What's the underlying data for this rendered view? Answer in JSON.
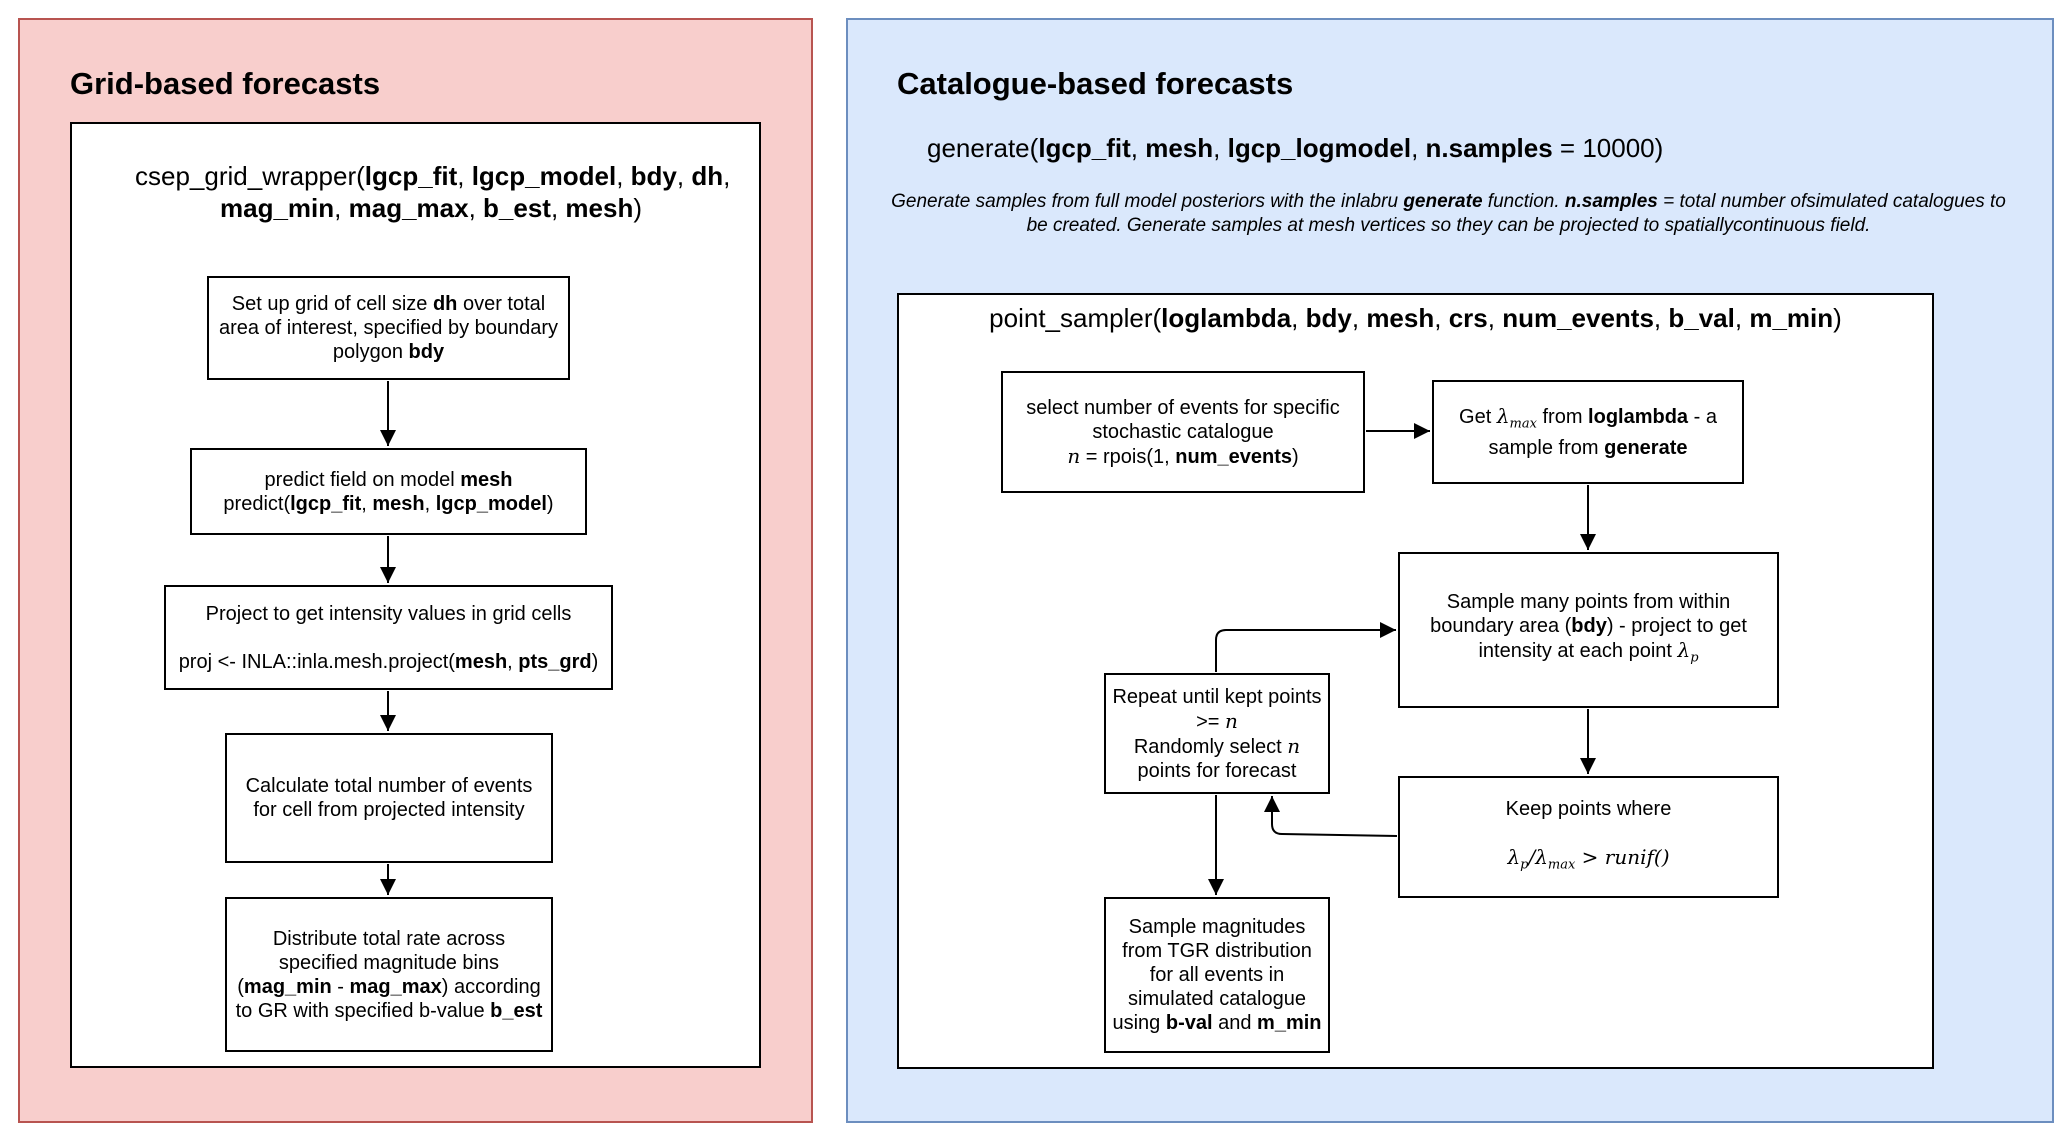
{
  "grid_panel": {
    "title": "Grid-based forecasts",
    "signature": {
      "line1_prefix": "csep_grid_wrapper(",
      "line1_args": [
        {
          "text": "lgcp_fit",
          "bold": true
        },
        {
          "text": ", ",
          "bold": false
        },
        {
          "text": "lgcp_model",
          "bold": true
        },
        {
          "text": ", ",
          "bold": false
        },
        {
          "text": "bdy",
          "bold": true
        },
        {
          "text": ", ",
          "bold": false
        },
        {
          "text": "dh",
          "bold": true
        },
        {
          "text": ",",
          "bold": false
        }
      ],
      "line2_args": [
        {
          "text": "mag_min",
          "bold": true
        },
        {
          "text": ", ",
          "bold": false
        },
        {
          "text": "mag_max",
          "bold": true
        },
        {
          "text": ", ",
          "bold": false
        },
        {
          "text": "b_est",
          "bold": true
        },
        {
          "text": ", ",
          "bold": false
        },
        {
          "text": "mesh",
          "bold": true
        },
        {
          "text": ")",
          "bold": false
        }
      ]
    },
    "steps": [
      {
        "lines": [
          [
            {
              "text": "Set up grid of cell size ",
              "bold": false
            },
            {
              "text": "dh",
              "bold": true
            },
            {
              "text": " over total",
              "bold": false
            }
          ],
          [
            {
              "text": "area of interest, specified by boundary",
              "bold": false
            }
          ],
          [
            {
              "text": "polygon ",
              "bold": false
            },
            {
              "text": "bdy",
              "bold": true
            }
          ]
        ]
      },
      {
        "lines": [
          [
            {
              "text": "predict field on model ",
              "bold": false
            },
            {
              "text": "mesh",
              "bold": true
            }
          ],
          [
            {
              "text": "predict(",
              "bold": false
            },
            {
              "text": "lgcp_fit",
              "bold": true
            },
            {
              "text": ", ",
              "bold": false
            },
            {
              "text": "mesh",
              "bold": true
            },
            {
              "text": ", ",
              "bold": false
            },
            {
              "text": "lgcp_model",
              "bold": true
            },
            {
              "text": ")",
              "bold": false
            }
          ]
        ]
      },
      {
        "lines": [
          [
            {
              "text": "Project to get intensity values in grid cells",
              "bold": false
            }
          ],
          [
            {
              "text": " ",
              "bold": false
            }
          ],
          [
            {
              "text": "proj <- INLA::inla.mesh.project(",
              "bold": false
            },
            {
              "text": "mesh",
              "bold": true
            },
            {
              "text": ", ",
              "bold": false
            },
            {
              "text": "pts_grd",
              "bold": true
            },
            {
              "text": ")",
              "bold": false
            }
          ]
        ]
      },
      {
        "lines": [
          [
            {
              "text": "Calculate total number of events",
              "bold": false
            }
          ],
          [
            {
              "text": "for cell from projected intensity",
              "bold": false
            }
          ]
        ]
      },
      {
        "lines": [
          [
            {
              "text": "Distribute total rate across",
              "bold": false
            }
          ],
          [
            {
              "text": "specified magnitude bins",
              "bold": false
            }
          ],
          [
            {
              "text": "(",
              "bold": false
            },
            {
              "text": "mag_min",
              "bold": true
            },
            {
              "text": " - ",
              "bold": false
            },
            {
              "text": "mag_max",
              "bold": true
            },
            {
              "text": ") according",
              "bold": false
            }
          ],
          [
            {
              "text": "to GR with specified b-value ",
              "bold": false
            },
            {
              "text": "b_est",
              "bold": true
            }
          ]
        ]
      }
    ]
  },
  "catalogue_panel": {
    "title": "Catalogue-based forecasts",
    "generate_call": [
      {
        "text": "generate(",
        "bold": false
      },
      {
        "text": "lgcp_fit",
        "bold": true
      },
      {
        "text": ", ",
        "bold": false
      },
      {
        "text": "mesh",
        "bold": true
      },
      {
        "text": ", ",
        "bold": false
      },
      {
        "text": "lgcp_logmodel",
        "bold": true
      },
      {
        "text": ", ",
        "bold": false
      },
      {
        "text": "n.samples",
        "bold": true
      },
      {
        "text": " = 10000)",
        "bold": false
      }
    ],
    "description_lines": [
      [
        {
          "text": "Generate samples from full model posteriors with the inlabru ",
          "bold": false
        },
        {
          "text": "generate",
          "bold": true
        },
        {
          "text": " function. ",
          "bold": false
        },
        {
          "text": "n.samples",
          "bold": true
        },
        {
          "text": " = total number of",
          "bold": false
        }
      ],
      [
        {
          "text": "simulated catalogues to be created. Generate samples at mesh vertices so they can be projected to spatially",
          "bold": false
        }
      ],
      [
        {
          "text": "continuous field.",
          "bold": false
        }
      ]
    ],
    "sampler_call": [
      {
        "text": "point_sampler(",
        "bold": false
      },
      {
        "text": "loglambda",
        "bold": true
      },
      {
        "text": ",  ",
        "bold": false
      },
      {
        "text": "bdy",
        "bold": true
      },
      {
        "text": ", ",
        "bold": false
      },
      {
        "text": "mesh",
        "bold": true
      },
      {
        "text": ",  ",
        "bold": false
      },
      {
        "text": "crs",
        "bold": true
      },
      {
        "text": ", ",
        "bold": false
      },
      {
        "text": "num_events",
        "bold": true
      },
      {
        "text": ", ",
        "bold": false
      },
      {
        "text": "b_val",
        "bold": true
      },
      {
        "text": ", ",
        "bold": false
      },
      {
        "text": "m_min",
        "bold": true
      },
      {
        "text": ")",
        "bold": false
      }
    ],
    "boxes": {
      "select_events": [
        [
          {
            "text": "select number of events for specific",
            "bold": false
          }
        ],
        [
          {
            "text": "stochastic catalogue",
            "bold": false
          }
        ],
        [
          {
            "text": "n",
            "math": true
          },
          {
            "text": " =  rpois(1, ",
            "bold": false
          },
          {
            "text": "num_events",
            "bold": true
          },
          {
            "text": ")",
            "bold": false
          }
        ]
      ],
      "get_lambda_max": [
        [
          {
            "text": "Get ",
            "bold": false
          },
          {
            "text": "λ",
            "math": true,
            "sub": "max"
          },
          {
            "text": " from ",
            "bold": false
          },
          {
            "text": "loglambda",
            "bold": true
          },
          {
            "text": " - a",
            "bold": false
          }
        ],
        [
          {
            "text": "sample from ",
            "bold": false
          },
          {
            "text": "generate",
            "bold": true
          }
        ]
      ],
      "sample_points": [
        [
          {
            "text": "Sample many points from within",
            "bold": false
          }
        ],
        [
          {
            "text": "boundary area (",
            "bold": false
          },
          {
            "text": "bdy",
            "bold": true
          },
          {
            "text": ") - project to get",
            "bold": false
          }
        ],
        [
          {
            "text": "intensity at each point ",
            "bold": false
          },
          {
            "text": "λ",
            "math": true,
            "sub": "p"
          }
        ]
      ],
      "repeat_until": [
        [
          {
            "text": "Repeat until kept points",
            "bold": false
          }
        ],
        [
          {
            "text": ">= ",
            "bold": false
          },
          {
            "text": "n",
            "math": true
          }
        ],
        [
          {
            "text": "Randomly select ",
            "bold": false
          },
          {
            "text": "n",
            "math": true
          }
        ],
        [
          {
            "text": "points for forecast",
            "bold": false
          }
        ]
      ],
      "keep_points": [
        [
          {
            "text": "Keep points where",
            "bold": false
          }
        ],
        [
          {
            "text": " ",
            "bold": false
          }
        ],
        [
          {
            "text": "λ",
            "math": true,
            "sub": "p"
          },
          {
            "text": "/",
            "math": true
          },
          {
            "text": "λ",
            "math": true,
            "sub": "max"
          },
          {
            "text": " > runif()",
            "math": true
          }
        ]
      ],
      "sample_magnitudes": [
        [
          {
            "text": "Sample magnitudes",
            "bold": false
          }
        ],
        [
          {
            "text": "from TGR distribution",
            "bold": false
          }
        ],
        [
          {
            "text": "for all events in",
            "bold": false
          }
        ],
        [
          {
            "text": "simulated catalogue",
            "bold": false
          }
        ],
        [
          {
            "text": "using ",
            "bold": false
          },
          {
            "text": "b-val",
            "bold": true
          },
          {
            "text": " and ",
            "bold": false
          },
          {
            "text": "m_min",
            "bold": true
          }
        ]
      ]
    }
  }
}
